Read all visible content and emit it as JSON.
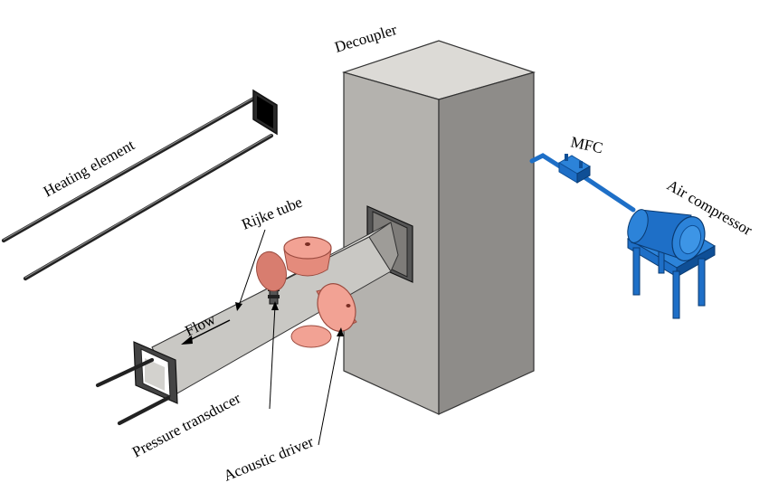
{
  "labels": {
    "decoupler": "Decoupler",
    "heating_element": "Heating element",
    "rijke_tube": "Rijke tube",
    "flow": "Flow",
    "pressure_transducer": "Pressure transducer",
    "acoustic_driver": "Acoustic driver",
    "mfc": "MFC",
    "air_compressor": "Air compressor"
  },
  "colors": {
    "decoupler_front": "#b4b2ae",
    "decoupler_side": "#8e8c89",
    "decoupler_top": "#dcdad6",
    "tube_light": "#d9d8d4",
    "tube_dark": "#a7a5a1",
    "driver": "#f2a294",
    "driver_dark": "#d87d6f",
    "compressor": "#1e6fc7",
    "compressor_dark": "#0f4f96"
  }
}
